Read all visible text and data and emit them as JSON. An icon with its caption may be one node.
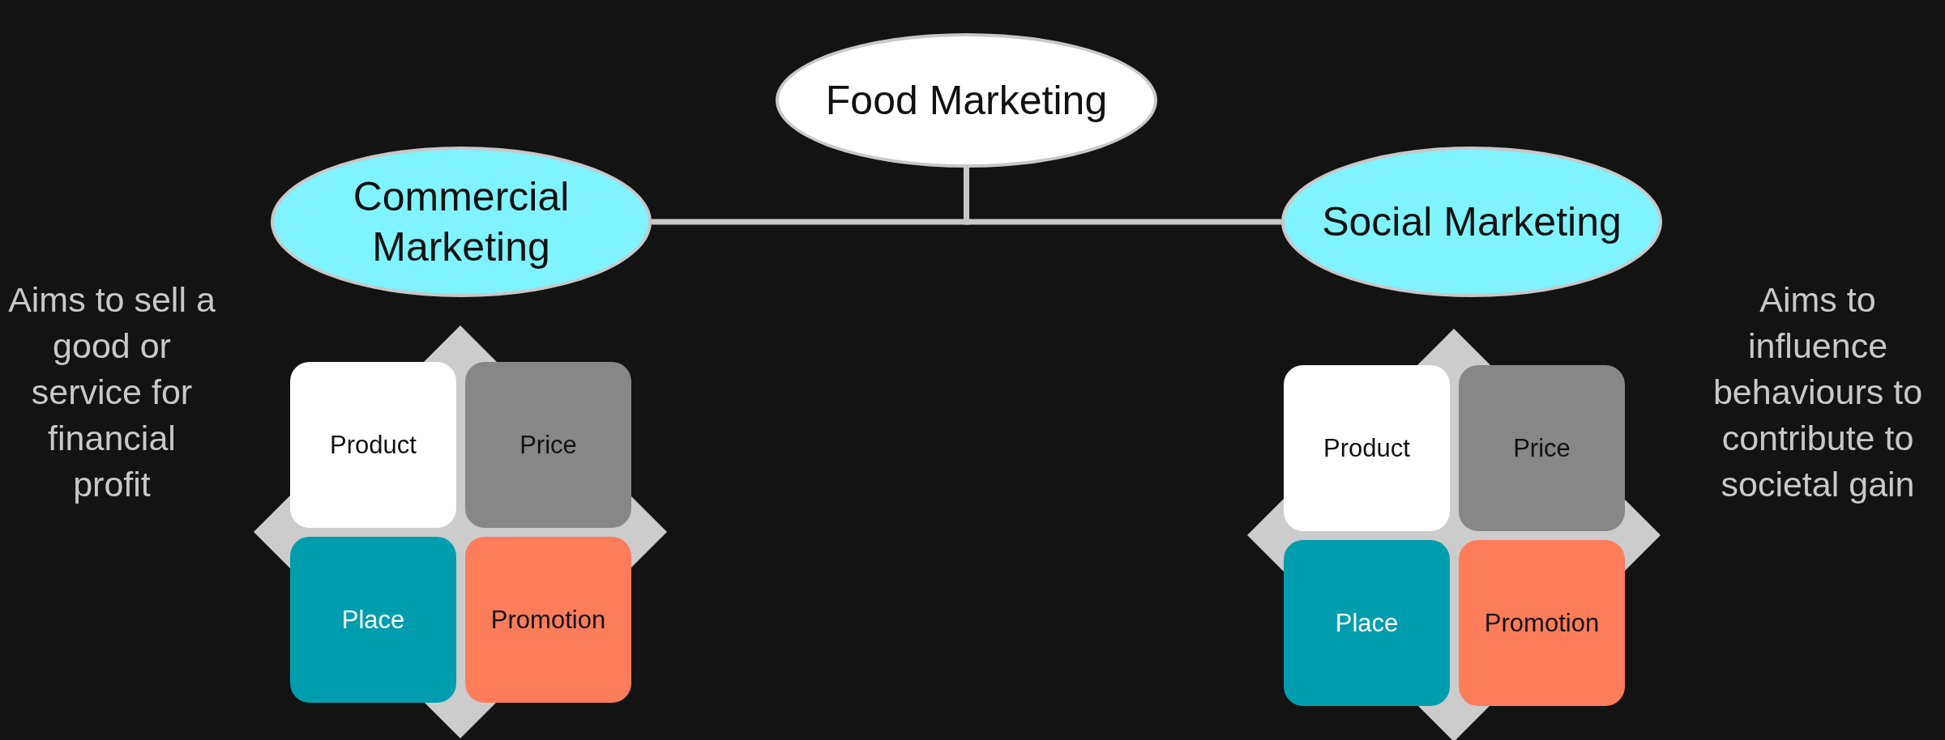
{
  "diagram": {
    "nodes": [
      {
        "text": [
          "Food Marketing"
        ]
      },
      {
        "text": [
          "Commercial Marketing"
        ]
      },
      {
        "text": [
          "Social Marketing"
        ]
      },
      {
        "text": [],
        "shape": "diamond"
      },
      {
        "text": [
          "Product"
        ],
        "in": 3
      },
      {
        "text": [
          "Price"
        ],
        "in": 3
      },
      {
        "text": [
          "Place"
        ],
        "in": 3
      },
      {
        "text": [
          "Promotion"
        ],
        "in": 3
      },
      {
        "text": [],
        "shape": "diamond"
      },
      {
        "text": [
          "Product"
        ],
        "in": 8
      },
      {
        "text": [
          "Price"
        ],
        "in": 8
      },
      {
        "text": [
          "Place"
        ],
        "in": 8
      },
      {
        "text": [
          "Promotion"
        ],
        "in": 8
      }
    ],
    "edges": [
      {
        "from": 0,
        "to": 1,
        "arrow": "none"
      },
      {
        "from": 0,
        "to": 2,
        "arrow": "none"
      }
    ],
    "labels": [
      "Aims to sell a good or service for financial profit",
      "Aims to influence behaviours to contribute to societal gain"
    ]
  }
}
